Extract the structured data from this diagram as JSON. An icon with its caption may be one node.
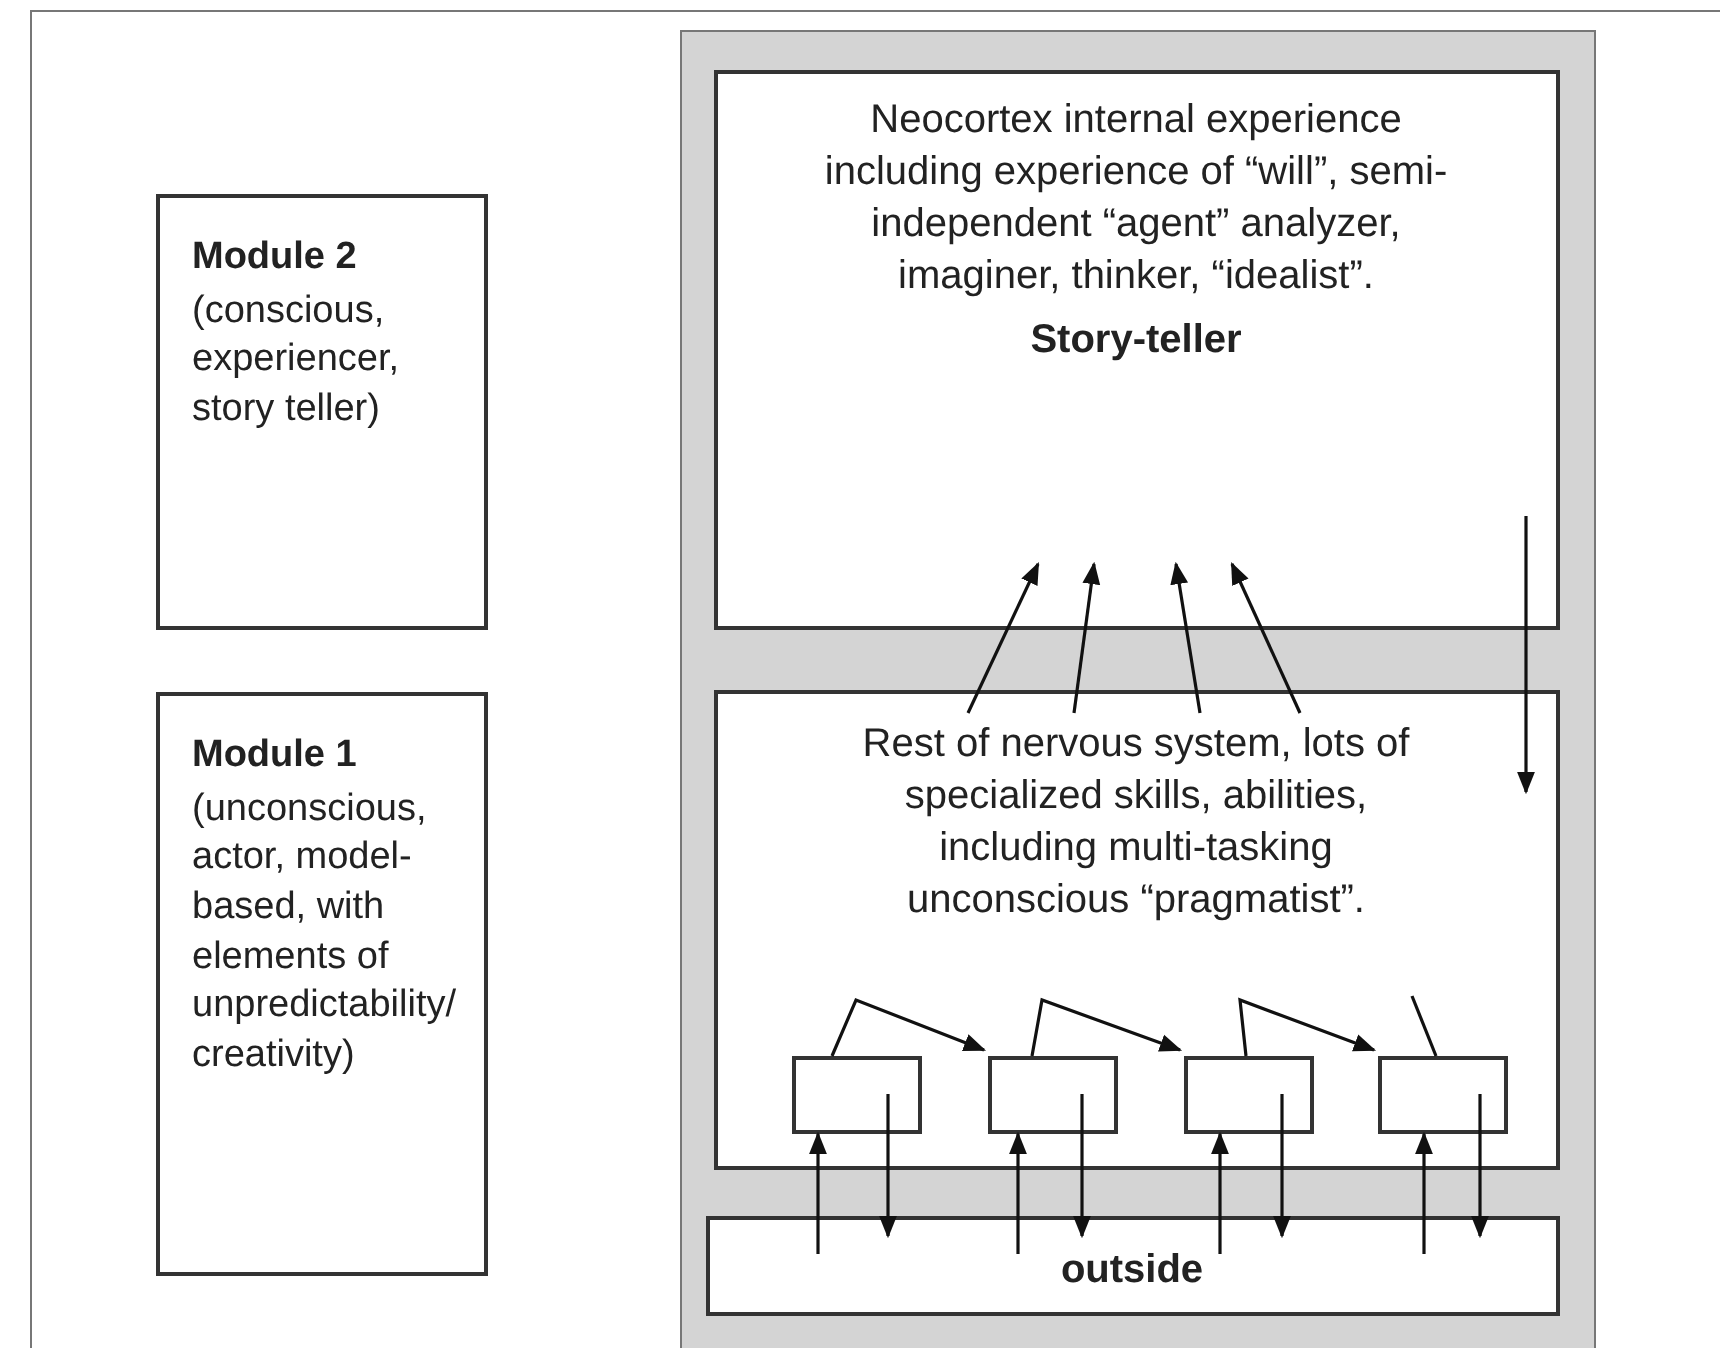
{
  "diagram": {
    "nodes": [
      {
        "text": [
          "Module 2",
          "(conscious, experiencer, story teller)"
        ]
      },
      {
        "text": [
          "Module 1",
          "(unconscious, actor, model-based, with elements of unpredictability/ creativity)"
        ]
      },
      {
        "text": [],
        "shape": "box"
      },
      {
        "text": [
          "Neocortex internal experience including experience of “will”, semi-independent “agent” analyzer, imaginer, thinker, “idealist”.",
          "Story-teller"
        ],
        "in": 2
      },
      {
        "text": [
          "Rest of nervous system, lots of specialized skills, abilities, including multi-tasking unconscious “pragmatist”."
        ],
        "in": 2
      },
      {
        "text": [],
        "shape": "box",
        "in": 4
      },
      {
        "text": [],
        "shape": "box",
        "in": 4
      },
      {
        "text": [],
        "shape": "box",
        "in": 4
      },
      {
        "text": [],
        "shape": "box",
        "in": 4
      },
      {
        "text": [
          "outside"
        ],
        "in": 2
      }
    ],
    "edges": [
      {
        "from": 4,
        "to": 3,
        "arrow": "to"
      },
      {
        "from": 4,
        "to": 3,
        "arrow": "to"
      },
      {
        "from": 4,
        "to": 3,
        "arrow": "to"
      },
      {
        "from": 4,
        "to": 3,
        "arrow": "to"
      },
      {
        "from": 3,
        "to": 4,
        "arrow": "to"
      },
      {
        "from": 5,
        "to": 6,
        "arrow": "to"
      },
      {
        "from": 6,
        "to": 7,
        "arrow": "to"
      },
      {
        "from": 7,
        "to": 8,
        "arrow": "to"
      },
      {
        "from": 8,
        "to": null,
        "arrow": "none"
      },
      {
        "from": 9,
        "to": 5,
        "arrow": "to"
      },
      {
        "from": 5,
        "to": 9,
        "arrow": "to"
      },
      {
        "from": 9,
        "to": 6,
        "arrow": "to"
      },
      {
        "from": 6,
        "to": 9,
        "arrow": "to"
      },
      {
        "from": 9,
        "to": 7,
        "arrow": "to"
      },
      {
        "from": 7,
        "to": 9,
        "arrow": "to"
      },
      {
        "from": 9,
        "to": 8,
        "arrow": "to"
      },
      {
        "from": 8,
        "to": 9,
        "arrow": "to"
      }
    ]
  }
}
